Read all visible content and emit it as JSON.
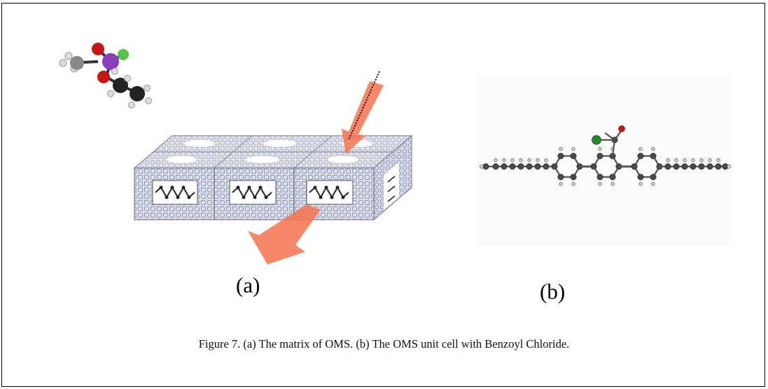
{
  "figure": {
    "panel_a_label": "(a)",
    "panel_b_label": "(b)",
    "caption": "Figure 7.  (a) The matrix of OMS.  (b) The OMS unit cell with Benzoyl Chloride."
  },
  "colors": {
    "arrow": "#f4734f",
    "phosphorus": "#8a3fbf",
    "oxygen": "#c81414",
    "chlorine": "#55c24a",
    "carbon": "#222222",
    "hydrogen": "#dddddd",
    "chain_atom": "#4a4a4a",
    "chloride_bead": "#1e8a2a"
  }
}
